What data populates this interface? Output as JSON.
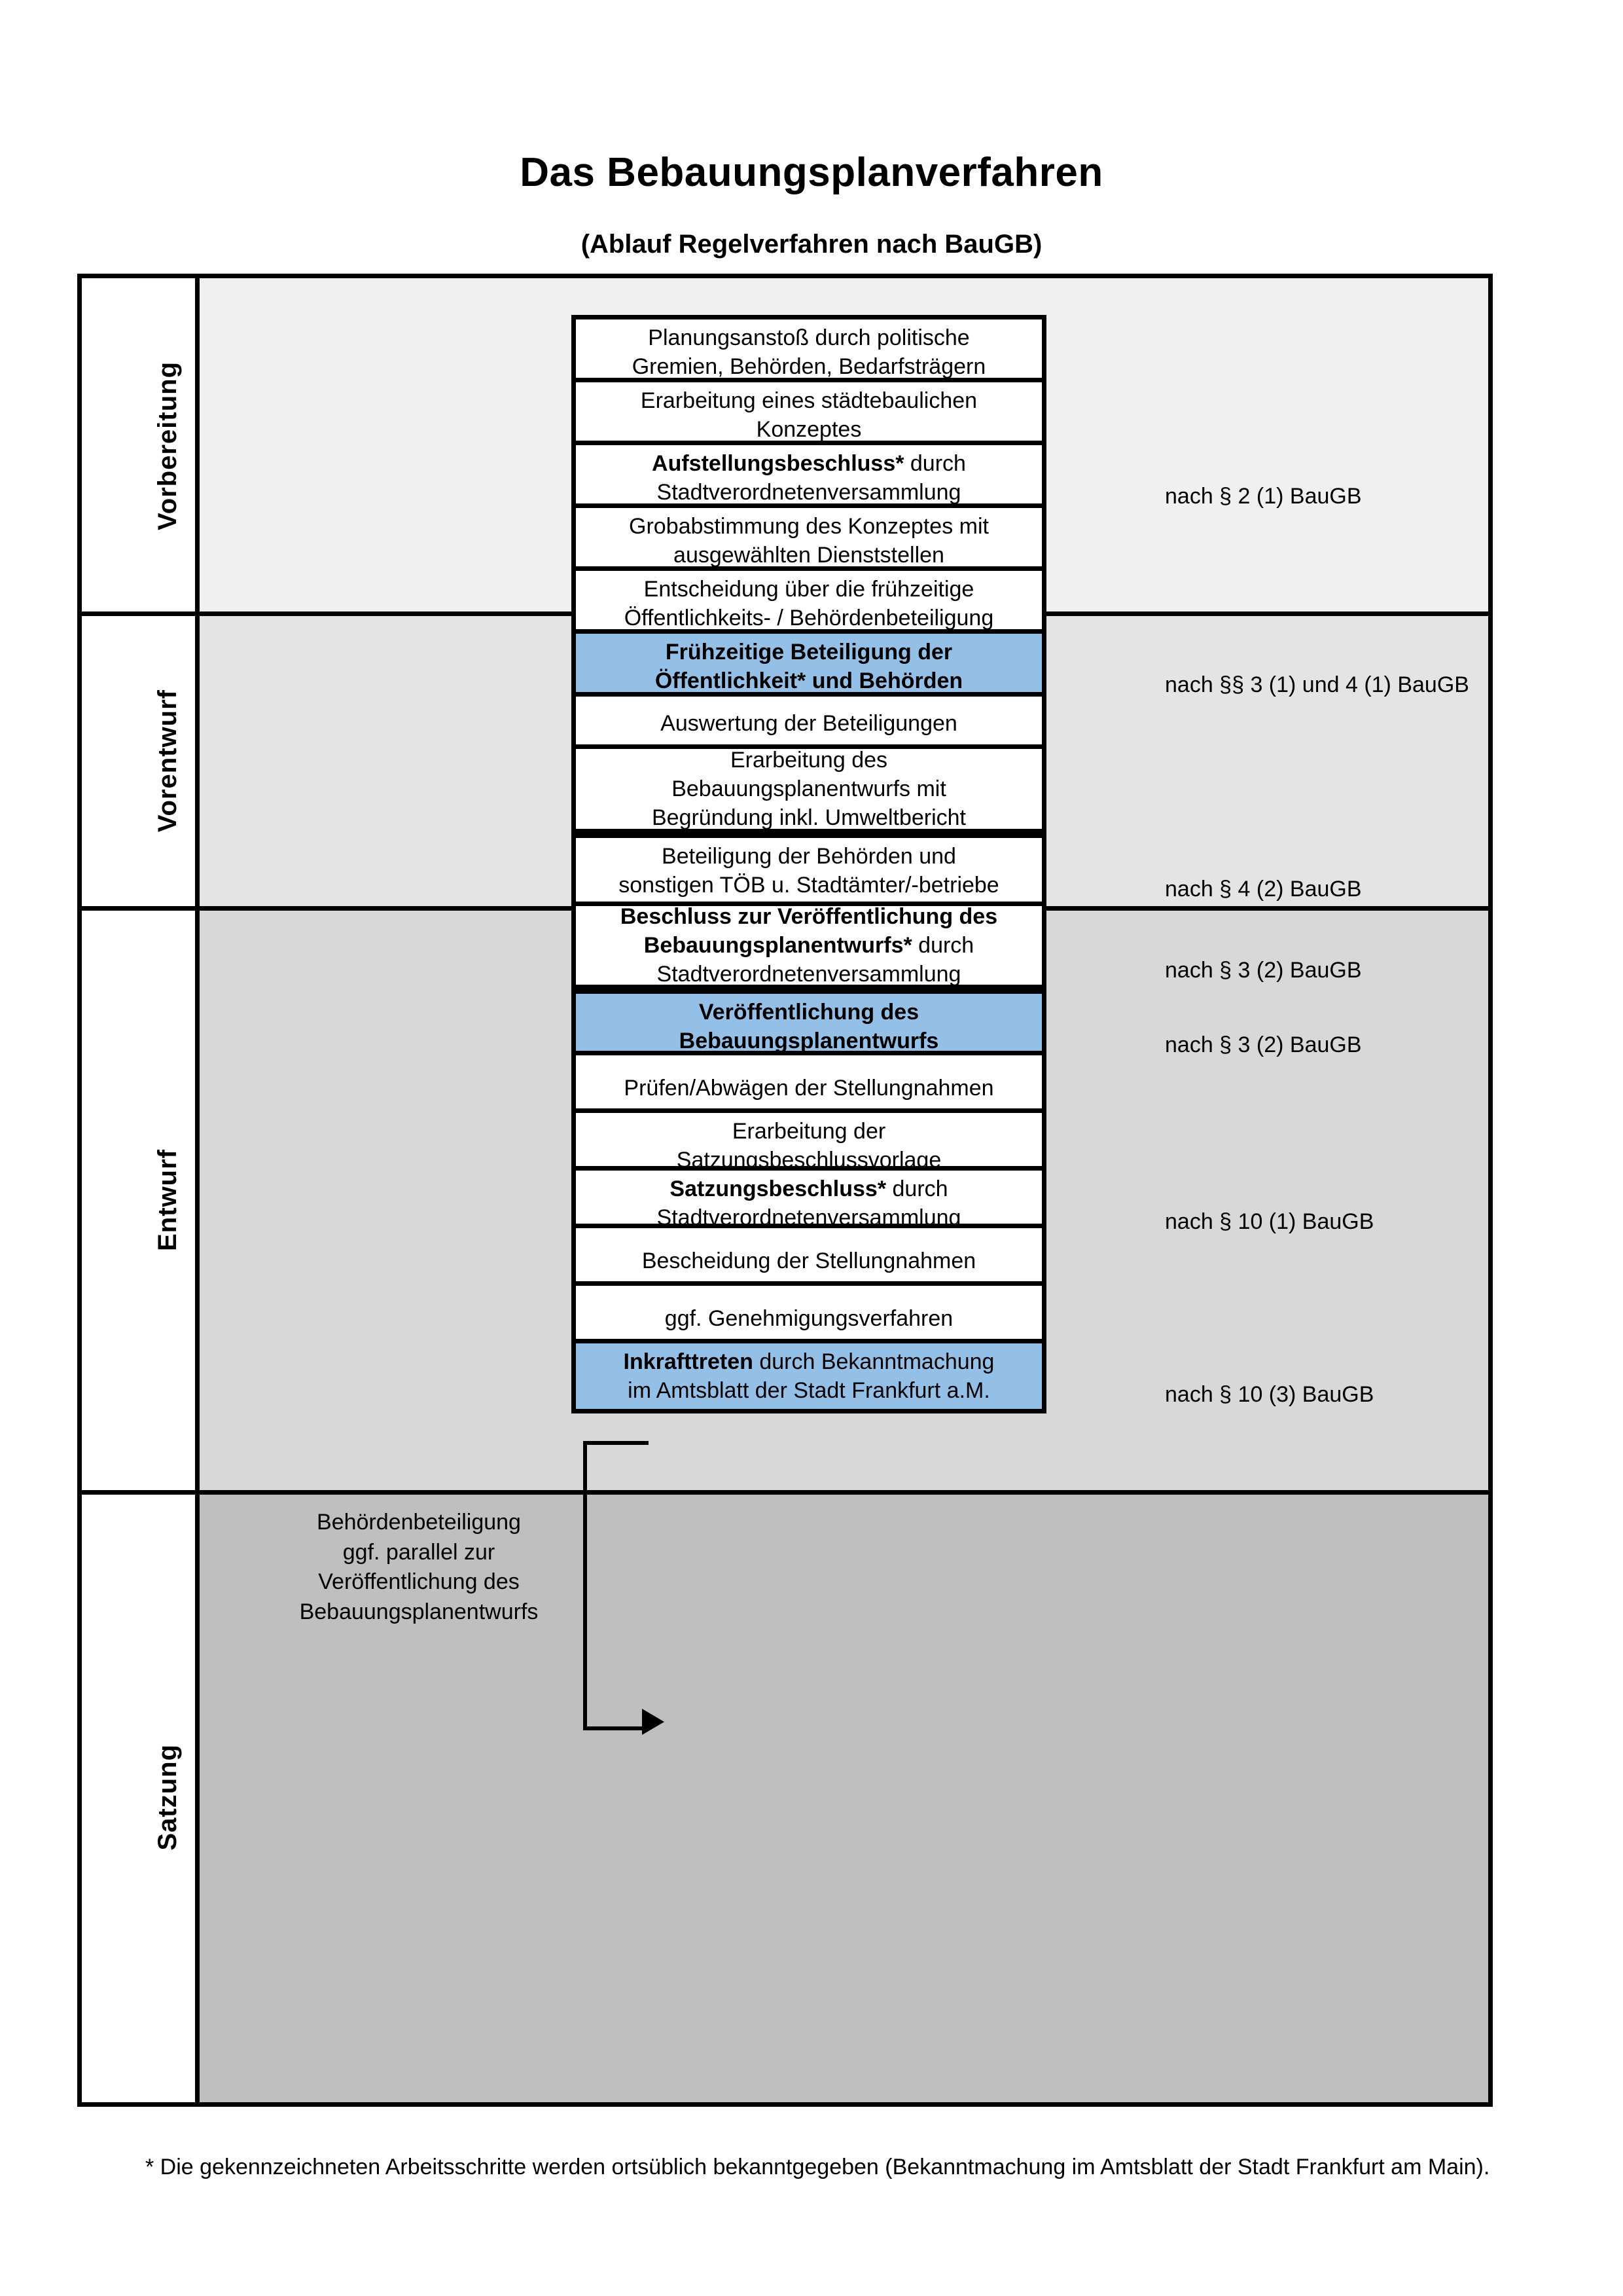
{
  "header": {
    "title": "Das Bebauungsplanverfahren",
    "subtitle": "(Ablauf Regelverfahren nach BauGB)"
  },
  "colors": {
    "highlight_blue": "#94c0e8",
    "band_1": "#f0f0f0",
    "band_2": "#e4e4e4",
    "band_3": "#d8d8d8",
    "band_4": "#bfbfbf",
    "outline": "#000000"
  },
  "phases": [
    {
      "label": "Vorbereitung",
      "background": "#f0f0f0"
    },
    {
      "label": "Vorentwurf",
      "background": "#e4e4e4"
    },
    {
      "label": "Entwurf",
      "background": "#d8d8d8"
    },
    {
      "label": "Satzung",
      "background": "#bfbfbf"
    }
  ],
  "steps": [
    {
      "id": "planungsanstoss",
      "phase": "Vorbereitung",
      "highlight": false,
      "lines": [
        {
          "text": "Planungsanstoß durch politische",
          "bold": false
        },
        {
          "text": "Gremien, Behörden, Bedarfsträgern",
          "bold": false
        }
      ]
    },
    {
      "id": "staedtebau-konzept",
      "phase": "Vorbereitung",
      "highlight": false,
      "lines": [
        {
          "text": "Erarbeitung eines städtebaulichen",
          "bold": false
        },
        {
          "text": "Konzeptes",
          "bold": false
        }
      ]
    },
    {
      "id": "aufstellungsbeschluss",
      "phase": "Vorbereitung",
      "highlight": false,
      "lines": [
        {
          "text": "Aufstellungsbeschluss*",
          "bold": true
        },
        {
          "text": " durch",
          "bold": false
        },
        {
          "text": "Stadtverordnetenversammlung",
          "bold": false
        }
      ]
    },
    {
      "id": "grobabstimmung",
      "phase": "Vorentwurf",
      "highlight": false,
      "lines": [
        {
          "text": "Grobabstimmung des Konzeptes mit",
          "bold": false
        },
        {
          "text": "ausgewählten Dienststellen",
          "bold": false
        }
      ]
    },
    {
      "id": "entscheidung-fruehzeitig",
      "phase": "Vorentwurf",
      "highlight": false,
      "lines": [
        {
          "text": "Entscheidung über die frühzeitige",
          "bold": false
        },
        {
          "text": "Öffentlichkeits- / Behördenbeteiligung",
          "bold": false
        }
      ]
    },
    {
      "id": "fruehzeitige-beteiligung",
      "phase": "Vorentwurf",
      "highlight": true,
      "lines": [
        {
          "text": "Frühzeitige Beteiligung der",
          "bold": true
        },
        {
          "text": "Öffentlichkeit* und Behörden",
          "bold": true
        }
      ]
    },
    {
      "id": "auswertung",
      "phase": "Entwurf",
      "highlight": false,
      "lines": [
        {
          "text": "Auswertung der Beteiligungen",
          "bold": false
        }
      ]
    },
    {
      "id": "erarbeitung-entwurf",
      "phase": "Entwurf",
      "highlight": false,
      "lines": [
        {
          "text": "Erarbeitung des",
          "bold": false
        },
        {
          "text": "Bebauungsplanentwurfs mit",
          "bold": false
        },
        {
          "text": "Begründung inkl. Umweltbericht",
          "bold": false
        }
      ]
    },
    {
      "id": "beteiligung-behoerden",
      "phase": "Entwurf",
      "highlight": false,
      "lines": [
        {
          "text": "Beteiligung der Behörden und",
          "bold": false
        },
        {
          "text": "sonstigen TÖB u. Stadtämter/-betriebe",
          "bold": false
        }
      ]
    },
    {
      "id": "beschluss-veroeffentlichung",
      "phase": "Entwurf",
      "highlight": false,
      "lines": [
        {
          "text": "Beschluss zur Veröffentlichung des",
          "bold": true
        },
        {
          "text": "Bebauungsplanentwurfs*",
          "bold": true
        },
        {
          "text": " durch",
          "bold": false
        },
        {
          "text": "Stadtverordnetenversammlung",
          "bold": false
        }
      ]
    },
    {
      "id": "veroeffentlichung",
      "phase": "Entwurf",
      "highlight": true,
      "lines": [
        {
          "text": "Veröffentlichung des",
          "bold": true
        },
        {
          "text": "Bebauungsplanentwurfs",
          "bold": true
        }
      ]
    },
    {
      "id": "pruefen-abwaegen",
      "phase": "Satzung",
      "highlight": false,
      "lines": [
        {
          "text": "Prüfen/Abwägen der Stellungnahmen",
          "bold": false
        }
      ]
    },
    {
      "id": "satzungsbeschlussvorlage",
      "phase": "Satzung",
      "highlight": false,
      "lines": [
        {
          "text": "Erarbeitung der",
          "bold": false
        },
        {
          "text": "Satzungsbeschlussvorlage",
          "bold": false
        }
      ]
    },
    {
      "id": "satzungsbeschluss",
      "phase": "Satzung",
      "highlight": false,
      "lines": [
        {
          "text": "Satzungsbeschluss*",
          "bold": true
        },
        {
          "text": " durch",
          "bold": false
        },
        {
          "text": "Stadtverordnetenversammlung",
          "bold": false
        }
      ]
    },
    {
      "id": "bescheidung",
      "phase": "Satzung",
      "highlight": false,
      "lines": [
        {
          "text": "Bescheidung der Stellungnahmen",
          "bold": false
        }
      ]
    },
    {
      "id": "genehmigungsverfahren",
      "phase": "Satzung",
      "highlight": false,
      "lines": [
        {
          "text": "ggf. Genehmigungsverfahren",
          "bold": false
        }
      ]
    },
    {
      "id": "inkrafttreten",
      "phase": "Satzung",
      "highlight": true,
      "lines": [
        {
          "text": "Inkrafttreten",
          "bold": true
        },
        {
          "text": " durch Bekanntmachung",
          "bold": false
        },
        {
          "text": "im Amtsblatt der Stadt Frankfurt a.M.",
          "bold": false
        }
      ]
    }
  ],
  "law_references": [
    {
      "for": "aufstellungsbeschluss",
      "text": "nach § 2 (1) BauGB"
    },
    {
      "for": "fruehzeitige-beteiligung",
      "text": "nach §§ 3 (1) und 4 (1) BauGB"
    },
    {
      "for": "beteiligung-behoerden",
      "text": "nach § 4 (2) BauGB"
    },
    {
      "for": "beschluss-veroeffentlichung",
      "text": "nach § 3 (2) BauGB"
    },
    {
      "for": "veroeffentlichung",
      "text": "nach § 3 (2) BauGB"
    },
    {
      "for": "satzungsbeschluss",
      "text": "nach § 10 (1) BauGB"
    },
    {
      "for": "inkrafttreten",
      "text": "nach § 10 (3) BauGB"
    }
  ],
  "side_note": {
    "lines": [
      "Behördenbeteiligung",
      "ggf. parallel zur",
      "Veröffentlichung des",
      "Bebauungsplanentwurfs"
    ]
  },
  "footnote": {
    "text": "* Die gekennzeichneten Arbeitsschritte werden ortsüblich bekanntgegeben (Bekanntmachung im Amtsblatt  der Stadt Frankfurt am Main)."
  }
}
